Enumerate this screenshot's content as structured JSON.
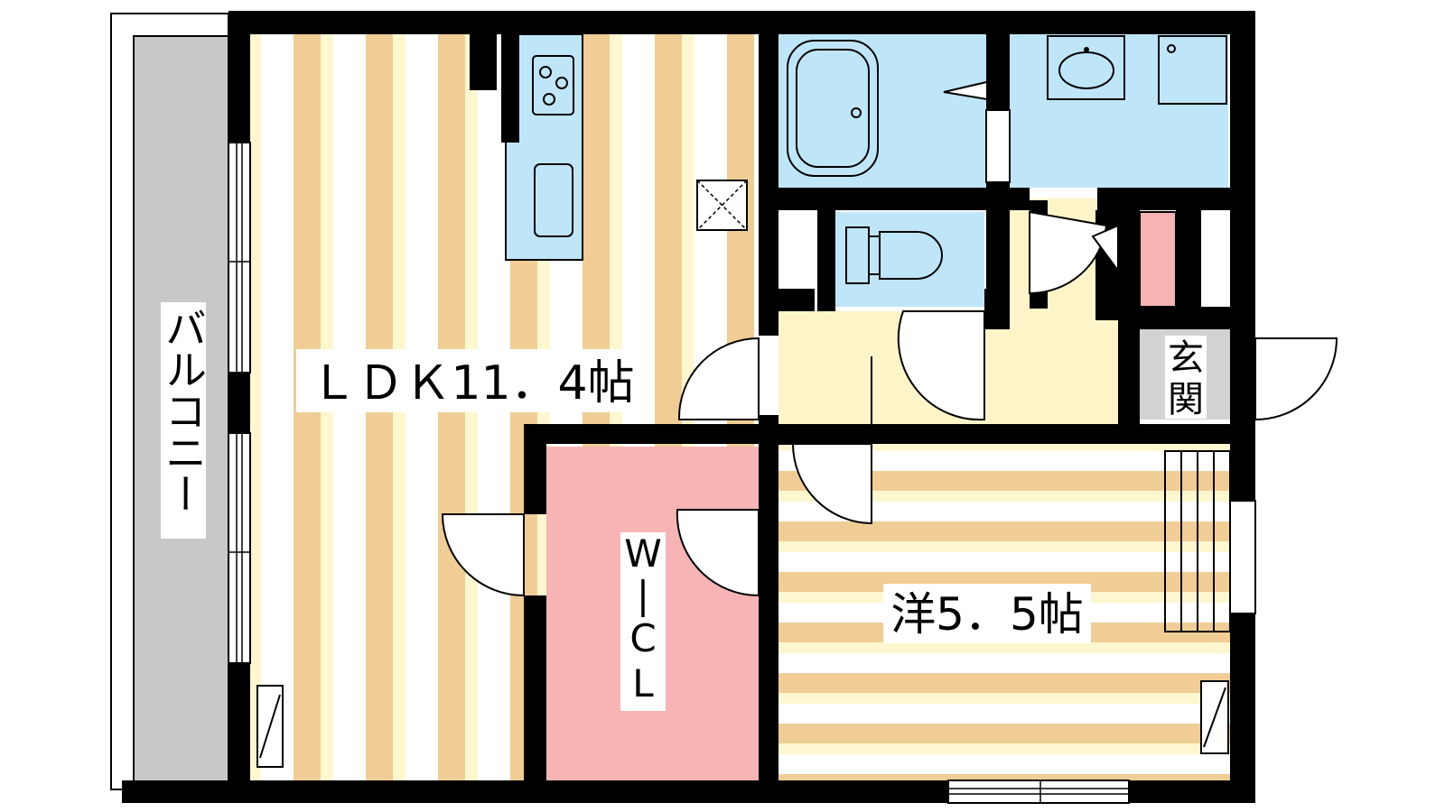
{
  "rooms": {
    "balcony": "バルコニー",
    "ldk": "ＬＤＫ11．4帖",
    "western": "洋5．5帖",
    "wic": [
      "W",
      "|",
      "C",
      "L"
    ],
    "entrance": [
      "玄",
      "関"
    ]
  },
  "colors": {
    "wall": "#000000",
    "stripe_light": "#fdf7cf",
    "stripe_dark": "#f0cd95",
    "wet_area": "#bfe6f8",
    "closet": "#f7b4b4",
    "balcony": "#c8c8c8",
    "hall": "#fdf5c8"
  },
  "icons": [
    "stove-icon",
    "sink-icon",
    "bathtub-icon",
    "toilet-icon",
    "washbasin-icon",
    "washing-machine-icon",
    "vent-icon",
    "door-swing-icon",
    "sliding-window-icon"
  ]
}
